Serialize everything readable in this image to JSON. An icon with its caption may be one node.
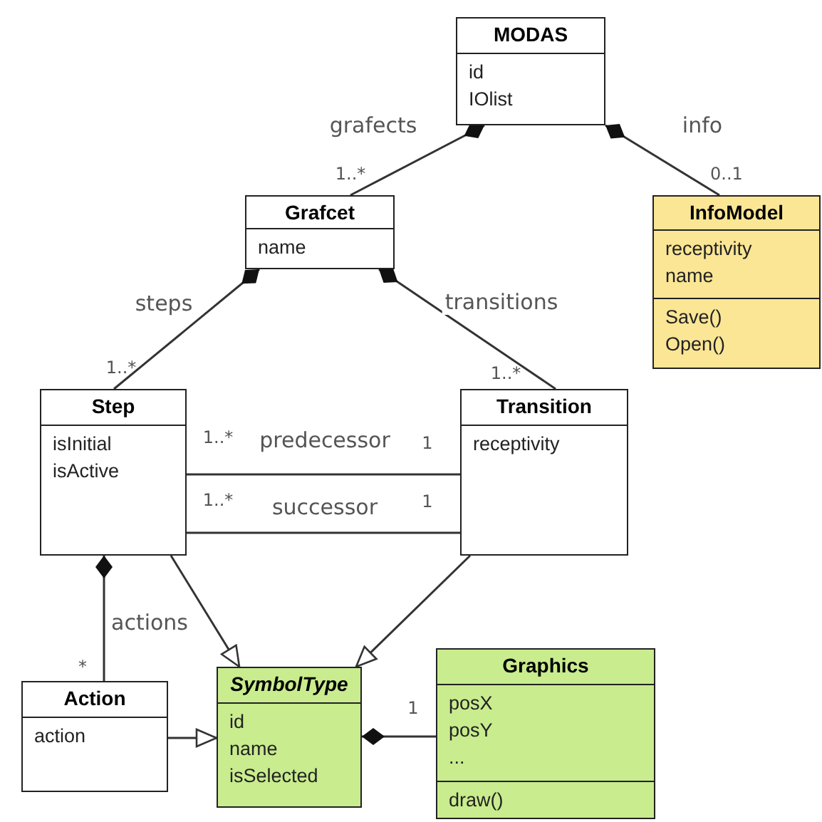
{
  "diagram": {
    "nodes": [
      {
        "text": [
          "MODAS",
          "id",
          "IOlist"
        ]
      },
      {
        "text": [
          "Grafcet",
          "name"
        ]
      },
      {
        "text": [
          "InfoModel",
          "receptivity",
          "name",
          "Save()",
          "Open()"
        ]
      },
      {
        "text": [
          "Step",
          "isInitial",
          "isActive"
        ]
      },
      {
        "text": [
          "Transition",
          "receptivity"
        ]
      },
      {
        "text": [
          "Action",
          "action"
        ]
      },
      {
        "text": [
          "SymbolType",
          "id",
          "name",
          "isSelected"
        ]
      },
      {
        "text": [
          "Graphics",
          "posX",
          "posY",
          "...",
          "draw()"
        ]
      }
    ],
    "edges": [
      {
        "from": 0,
        "to": 1,
        "arrow": "other",
        "label": "grafects"
      },
      {
        "from": 0,
        "to": 2,
        "arrow": "other",
        "label": "info"
      },
      {
        "from": 1,
        "to": 3,
        "arrow": "other",
        "label": "steps"
      },
      {
        "from": 1,
        "to": 4,
        "arrow": "other",
        "label": "transitions"
      },
      {
        "from": 3,
        "to": 4,
        "arrow": "none",
        "label": "predecessor"
      },
      {
        "from": 3,
        "to": 4,
        "arrow": "none",
        "label": "successor"
      },
      {
        "from": 3,
        "to": 5,
        "arrow": "other",
        "label": "actions"
      },
      {
        "from": 3,
        "to": 6,
        "arrow": "to"
      },
      {
        "from": 4,
        "to": 6,
        "arrow": "to"
      },
      {
        "from": 5,
        "to": 6,
        "arrow": "to"
      },
      {
        "from": 6,
        "to": 7,
        "arrow": "other"
      }
    ],
    "labels": [
      "1..*",
      "0..1",
      "1..*",
      "1..*",
      "1..*",
      "1",
      "1..*",
      "1",
      "*",
      "1"
    ]
  }
}
